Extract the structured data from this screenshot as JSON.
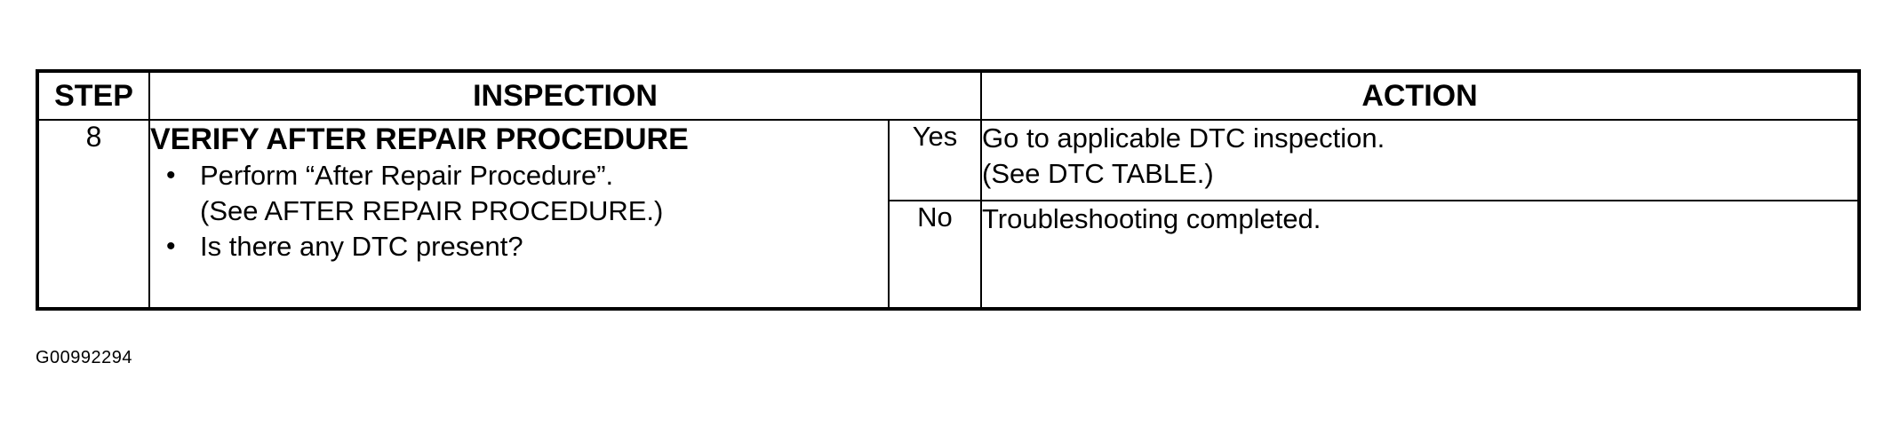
{
  "table": {
    "headers": {
      "step": "STEP",
      "inspection": "INSPECTION",
      "action": "ACTION"
    },
    "rows": [
      {
        "step": "8",
        "inspection": {
          "title": "VERIFY AFTER REPAIR PROCEDURE",
          "items": [
            "Perform “After Repair Procedure”.",
            "(See AFTER REPAIR PROCEDURE.)",
            "Is there any DTC present?"
          ]
        },
        "answers": [
          {
            "answer": "Yes",
            "action_line1": "Go to applicable DTC inspection.",
            "action_line2": "(See DTC TABLE.)"
          },
          {
            "answer": "No",
            "action_line1": "Troubleshooting completed.",
            "action_line2": ""
          }
        ]
      }
    ]
  },
  "bullet_glyph": "•",
  "figure_id": "G00992294"
}
